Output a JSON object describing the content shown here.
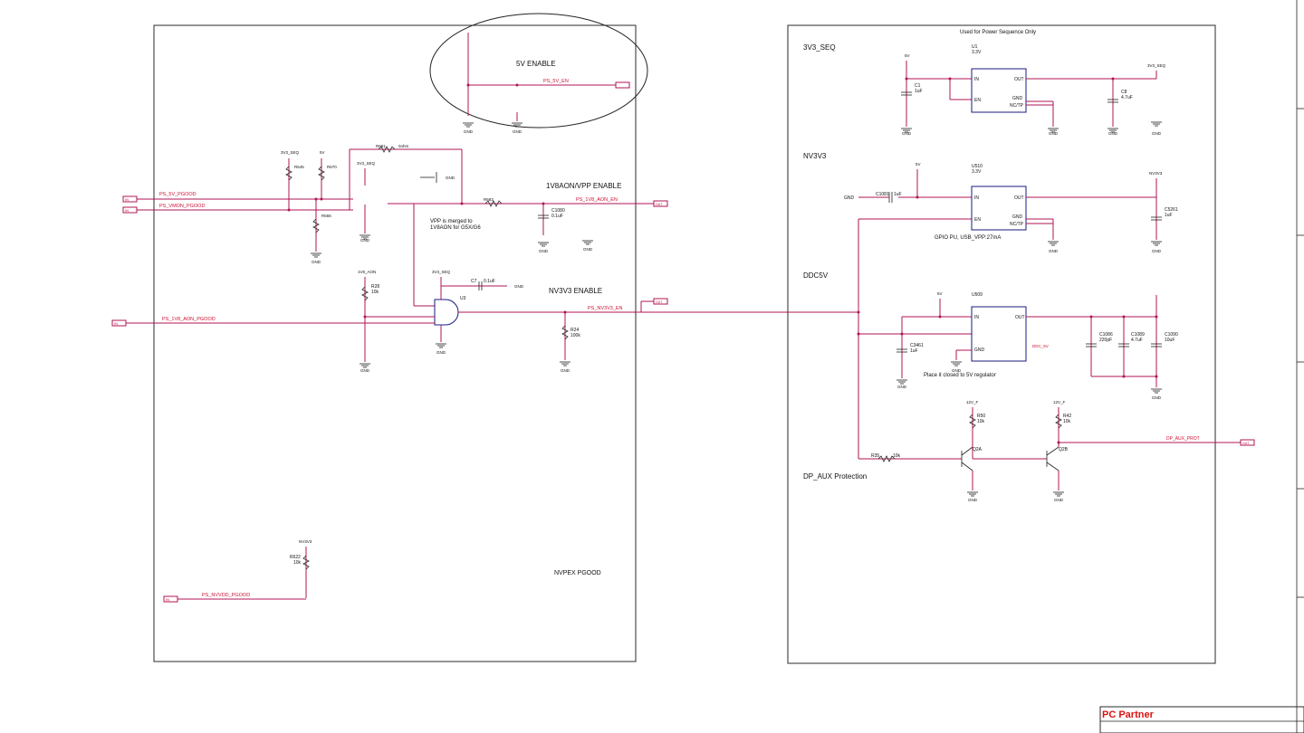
{
  "left_sheet": {
    "heading_5v": "5V ENABLE",
    "heading_1v8": "1V8AON/VPP ENABLE",
    "heading_nv3v3": "NV3V3 ENABLE",
    "heading_nvpex": "NVPEX PGOOD",
    "note_vpp": "VPP is merged to",
    "note_vpp2": "1V8AON for G5X/G6",
    "net_5v_en": "PS_5V_EN",
    "net_5v_pgood": "PS_5V_PGOOD",
    "net_vmon_pgood": "PS_VMON_PGOOD",
    "net_1v8_aon_en": "PS_1V8_AON_EN",
    "net_1v8_aon_pgood": "PS_1V8_AON_PGOOD",
    "net_nv3v3_en": "PS_NV3V3_EN",
    "net_nvvdd_pgood": "PS_NVVDD_PGOOD",
    "r681_ref": "R681",
    "r681_val": "0ohm",
    "r645": "R645",
    "r670": "R670",
    "r666": "R666",
    "r683": "R683",
    "c1080": "C1080",
    "c1080_val": "0.1uF",
    "r28": "R28",
    "r28_val": "10k",
    "u3": "U3",
    "c7": "C7",
    "c7_val": "0.1uF",
    "r24": "R24",
    "r24_val": "100k",
    "r622": "R622",
    "r622_val": "10k",
    "pwr_3v3seq": "3V3_SEQ",
    "pwr_5v": "5V",
    "pwr_1v8aon": "1V8_AON",
    "pwr_nv3v3": "NV3V3",
    "pwr_12vf": "12V_F",
    "gnd": "GND",
    "port_in": "IN",
    "port_out": "OUT"
  },
  "right_sheet": {
    "title_note": "Used for Power Sequence Only",
    "heading_3v3seq": "3V3_SEQ",
    "heading_nv3v3": "NV3V3",
    "heading_ddc5v": "DDC5V",
    "heading_dpaux": "DP_AUX Protection",
    "note_gpio": "GPIO PU, USB_VPP:27mA",
    "note_place": "Place it closed to 5V regulator",
    "u1": "U1",
    "u1_val": "3.3V",
    "u510": "U510",
    "u510_val": "3.3V",
    "u509": "U509",
    "c1": "C1",
    "c1_val": "1uF",
    "c8": "C8",
    "c8_val": "4.7uF",
    "c1081": "C1081",
    "c1081_val": "1uF",
    "c5261": "C5261",
    "c5261_val": "1uF",
    "c3461": "C3461",
    "c3461_val": "1uF",
    "c1086": "C1086",
    "c1086_val": "220pF",
    "c1089": "C1089",
    "c1089_val": "4.7uF",
    "c1090": "C1090",
    "c1090_val": "10uF",
    "r35": "R35",
    "r35_val": "10k",
    "r50": "R50",
    "r50_val": "10k",
    "r42": "R42",
    "r42_val": "10k",
    "q2a": "Q2A",
    "q2b": "Q2B",
    "net_dp_aux_prot": "DP_AUX_PROT",
    "net_3v3seq": "3V3_SEQ",
    "net_nv3v3": "NV3V3",
    "net_ddc5v": "DDC_5V",
    "pin_in": "IN",
    "pin_en": "EN",
    "pin_out": "OUT",
    "pin_gnd": "GND",
    "pin_nctp": "NC/TP"
  },
  "title_block": {
    "company": "PC Partner"
  }
}
